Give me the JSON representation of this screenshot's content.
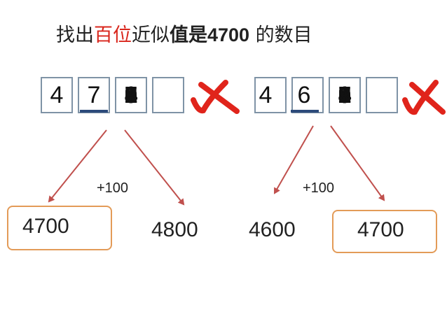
{
  "title": {
    "part1": "找出",
    "highlight": "百位",
    "part2": "近似",
    "bold1": "值是",
    "number": "4700",
    "part3": " 的数目"
  },
  "left_group": {
    "digit1": "4",
    "digit2": "7",
    "stacked_digits": [
      "0",
      "1",
      "2",
      "3",
      "4",
      "5",
      "6",
      "7",
      "8",
      "9"
    ],
    "plus_label": "+100",
    "result_low": "4700",
    "result_high": "4800"
  },
  "right_group": {
    "digit1": "4",
    "digit2": "6",
    "stacked_digits": [
      "0",
      "1",
      "2",
      "3",
      "4",
      "5",
      "6",
      "7",
      "8",
      "9"
    ],
    "plus_label": "+100",
    "result_low": "4600",
    "result_high": "4700"
  },
  "colors": {
    "highlight": "#d9261c",
    "cross": "#e0241b",
    "arrow": "#c0504d",
    "answer_box": "#e39b58",
    "cell_border": "#7f93a6",
    "underline": "#2c4a7a"
  }
}
